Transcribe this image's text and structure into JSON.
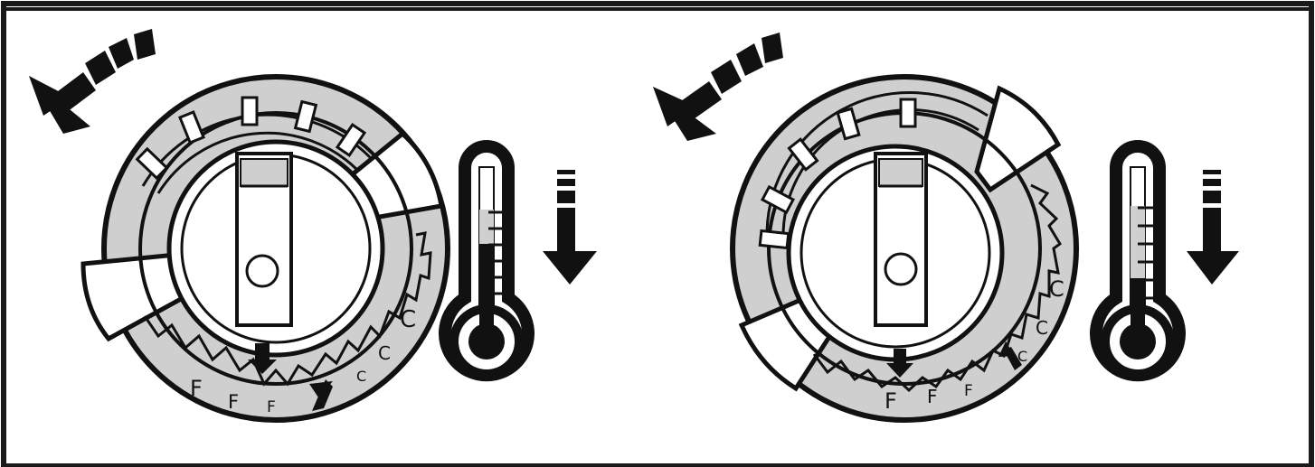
{
  "colors": {
    "frame": "#1a1a1a",
    "ring_fill": "#cfcfcf",
    "white": "#ffffff",
    "ink": "#111111"
  },
  "panels": [
    {
      "id": "left",
      "scale_letters_f": [
        "F",
        "F",
        "F"
      ],
      "scale_letters_c": [
        "C",
        "C",
        "C"
      ],
      "thermometer_level": 0.62,
      "icons": [
        "rotate-counterclockwise-arrow-icon",
        "dial-knob-icon",
        "thermometer-icon",
        "decrease-arrow-icon"
      ]
    },
    {
      "id": "right",
      "scale_letters_f": [
        "F",
        "F",
        "F"
      ],
      "scale_letters_c": [
        "C",
        "C",
        "C"
      ],
      "thermometer_level": 0.35,
      "icons": [
        "rotate-counterclockwise-arrow-icon",
        "dial-knob-icon",
        "thermometer-icon",
        "decrease-arrow-icon"
      ]
    }
  ]
}
